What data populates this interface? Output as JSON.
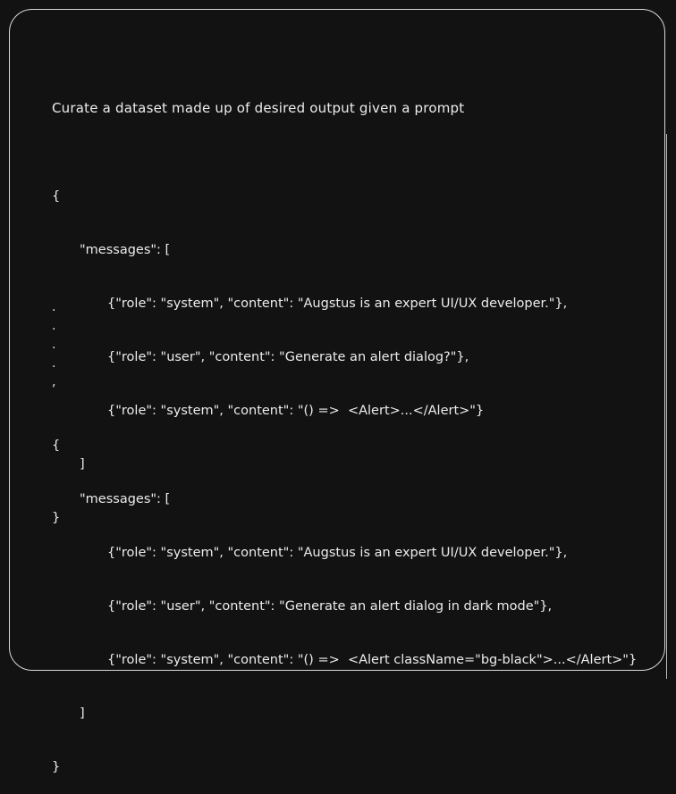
{
  "heading": "Curate a dataset made up of desired output given a prompt",
  "example1": {
    "open": "{",
    "messages_key": "\"messages\": [",
    "msg1": "{\"role\": \"system\", \"content\": \"Augstus is an expert UI/UX developer.\"},",
    "msg2": "{\"role\": \"user\", \"content\": \"Generate an alert dialog?\"},",
    "msg3": "{\"role\": \"system\", \"content\": \"() =>  <Alert>...</Alert>\"}",
    "close_list": "]",
    "close": "}"
  },
  "ellipsis": [
    ".",
    ".",
    ".",
    ".",
    ","
  ],
  "example2": {
    "open": "{",
    "messages_key": "\"messages\": [",
    "msg1": "{\"role\": \"system\", \"content\": \"Augstus is an expert UI/UX developer.\"},",
    "msg2": "{\"role\": \"user\", \"content\": \"Generate an alert dialog in dark mode\"},",
    "msg3": "{\"role\": \"system\", \"content\": \"() =>  <Alert className=\"bg-black\">...</Alert>\"}",
    "close_list": "]",
    "close": "}"
  }
}
